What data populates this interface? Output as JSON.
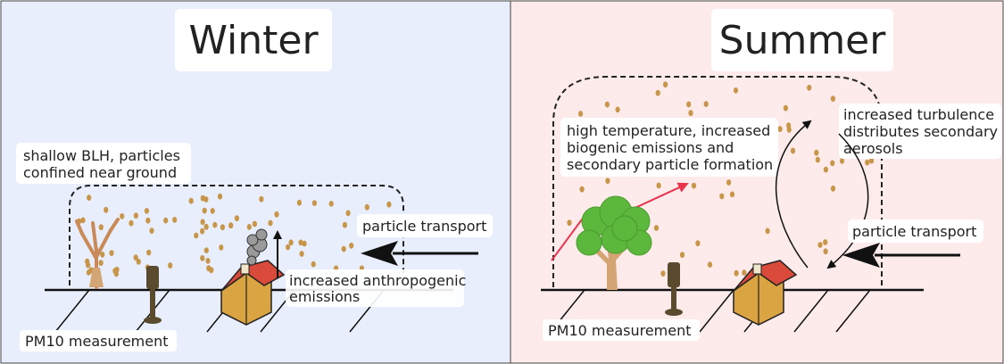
{
  "panels": {
    "winter": {
      "title": "Winter",
      "bg_color": "#e8eefc",
      "blh_note_line1": "shallow BLH, particles",
      "blh_note_line2": "confined near ground",
      "transport_label": "particle transport",
      "emissions_line1": "increased anthropogenic",
      "emissions_line2": "emissions",
      "measurement_label": "PM10 measurement"
    },
    "summer": {
      "title": "Summer",
      "bg_color": "#fdeaea",
      "formation_line1": "high temperature, increased",
      "formation_line2": "biogenic emissions and",
      "formation_line3": "secondary particle formation",
      "turbulence_line1": "increased turbulence",
      "turbulence_line2": "distributes secondary",
      "turbulence_line3": "aerosols",
      "transport_label": "particle transport",
      "measurement_label": "PM10 measurement"
    }
  },
  "colors": {
    "particle": "#c8964a",
    "arrow_red": "#e8344e",
    "tree_leaf": "#5cb83c",
    "tree_trunk": "#d4a574",
    "house_wall": "#d9a441",
    "house_roof": "#d94a3a",
    "sensor": "#5a4a2e",
    "smoke": "#9a9a9a"
  }
}
